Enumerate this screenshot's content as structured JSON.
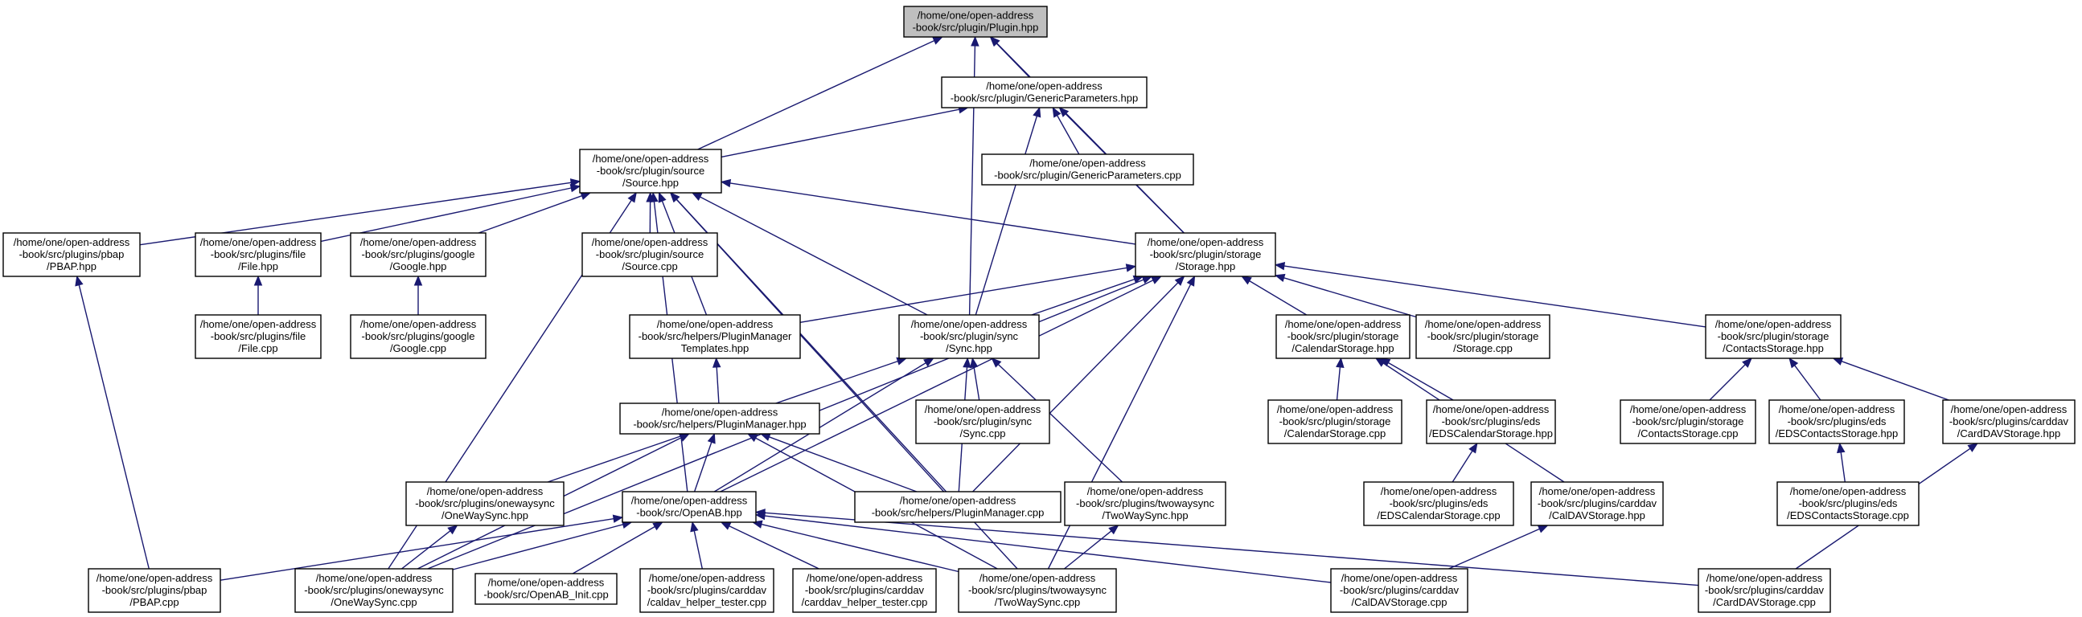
{
  "graph": {
    "nodes": [
      {
        "id": "plugin_hpp",
        "lines": [
          "/home/one/open-address",
          "-book/src/plugin/Plugin.hpp"
        ],
        "highlight": true
      },
      {
        "id": "genparams_hpp",
        "lines": [
          "/home/one/open-address",
          "-book/src/plugin/GenericParameters.hpp"
        ]
      },
      {
        "id": "genparams_cpp",
        "lines": [
          "/home/one/open-address",
          "-book/src/plugin/GenericParameters.cpp"
        ]
      },
      {
        "id": "source_hpp",
        "lines": [
          "/home/one/open-address",
          "-book/src/plugin/source",
          "/Source.hpp"
        ]
      },
      {
        "id": "storage_hpp",
        "lines": [
          "/home/one/open-address",
          "-book/src/plugin/storage",
          "/Storage.hpp"
        ]
      },
      {
        "id": "pbap_hpp",
        "lines": [
          "/home/one/open-address",
          "-book/src/plugins/pbap",
          "/PBAP.hpp"
        ]
      },
      {
        "id": "file_hpp",
        "lines": [
          "/home/one/open-address",
          "-book/src/plugins/file",
          "/File.hpp"
        ]
      },
      {
        "id": "google_hpp",
        "lines": [
          "/home/one/open-address",
          "-book/src/plugins/google",
          "/Google.hpp"
        ]
      },
      {
        "id": "source_cpp",
        "lines": [
          "/home/one/open-address",
          "-book/src/plugin/source",
          "/Source.cpp"
        ]
      },
      {
        "id": "file_cpp",
        "lines": [
          "/home/one/open-address",
          "-book/src/plugins/file",
          "/File.cpp"
        ]
      },
      {
        "id": "google_cpp",
        "lines": [
          "/home/one/open-address",
          "-book/src/plugins/google",
          "/Google.cpp"
        ]
      },
      {
        "id": "pmtemplates_hpp",
        "lines": [
          "/home/one/open-address",
          "-book/src/helpers/PluginManager",
          "Templates.hpp"
        ]
      },
      {
        "id": "sync_hpp",
        "lines": [
          "/home/one/open-address",
          "-book/src/plugin/sync",
          "/Sync.hpp"
        ]
      },
      {
        "id": "calstorage_hpp",
        "lines": [
          "/home/one/open-address",
          "-book/src/plugin/storage",
          "/CalendarStorage.hpp"
        ]
      },
      {
        "id": "storage_cpp",
        "lines": [
          "/home/one/open-address",
          "-book/src/plugin/storage",
          "/Storage.cpp"
        ]
      },
      {
        "id": "contactsstorage_hpp",
        "lines": [
          "/home/one/open-address",
          "-book/src/plugin/storage",
          "/ContactsStorage.hpp"
        ]
      },
      {
        "id": "pluginmanager_hpp",
        "lines": [
          "/home/one/open-address",
          "-book/src/helpers/PluginManager.hpp"
        ]
      },
      {
        "id": "sync_cpp",
        "lines": [
          "/home/one/open-address",
          "-book/src/plugin/sync",
          "/Sync.cpp"
        ]
      },
      {
        "id": "calstorage_cpp",
        "lines": [
          "/home/one/open-address",
          "-book/src/plugin/storage",
          "/CalendarStorage.cpp"
        ]
      },
      {
        "id": "edscal_hpp",
        "lines": [
          "/home/one/open-address",
          "-book/src/plugins/eds",
          "/EDSCalendarStorage.hpp"
        ]
      },
      {
        "id": "contactsstorage_cpp",
        "lines": [
          "/home/one/open-address",
          "-book/src/plugin/storage",
          "/ContactsStorage.cpp"
        ]
      },
      {
        "id": "edscontacts_hpp",
        "lines": [
          "/home/one/open-address",
          "-book/src/plugins/eds",
          "/EDSContactsStorage.hpp"
        ]
      },
      {
        "id": "carddavstorage_hpp",
        "lines": [
          "/home/one/open-address",
          "-book/src/plugins/carddav",
          "/CardDAVStorage.hpp"
        ]
      },
      {
        "id": "onewaysync_hpp",
        "lines": [
          "/home/one/open-address",
          "-book/src/plugins/onewaysync",
          "/OneWaySync.hpp"
        ]
      },
      {
        "id": "openab_hpp",
        "lines": [
          "/home/one/open-address",
          "-book/src/OpenAB.hpp"
        ]
      },
      {
        "id": "pluginmanager_cpp",
        "lines": [
          "/home/one/open-address",
          "-book/src/helpers/PluginManager.cpp"
        ]
      },
      {
        "id": "twowaysync_hpp",
        "lines": [
          "/home/one/open-address",
          "-book/src/plugins/twowaysync",
          "/TwoWaySync.hpp"
        ]
      },
      {
        "id": "edscal_cpp",
        "lines": [
          "/home/one/open-address",
          "-book/src/plugins/eds",
          "/EDSCalendarStorage.cpp"
        ]
      },
      {
        "id": "caldavstorage_hpp",
        "lines": [
          "/home/one/open-address",
          "-book/src/plugins/carddav",
          "/CalDAVStorage.hpp"
        ]
      },
      {
        "id": "edscontacts_cpp",
        "lines": [
          "/home/one/open-address",
          "-book/src/plugins/eds",
          "/EDSContactsStorage.cpp"
        ]
      },
      {
        "id": "pbap_cpp",
        "lines": [
          "/home/one/open-address",
          "-book/src/plugins/pbap",
          "/PBAP.cpp"
        ]
      },
      {
        "id": "onewaysync_cpp",
        "lines": [
          "/home/one/open-address",
          "-book/src/plugins/onewaysync",
          "/OneWaySync.cpp"
        ]
      },
      {
        "id": "openab_init_cpp",
        "lines": [
          "/home/one/open-address",
          "-book/src/OpenAB_Init.cpp"
        ]
      },
      {
        "id": "caldav_tester_cpp",
        "lines": [
          "/home/one/open-address",
          "-book/src/plugins/carddav",
          "/caldav_helper_tester.cpp"
        ]
      },
      {
        "id": "carddav_tester_cpp",
        "lines": [
          "/home/one/open-address",
          "-book/src/plugins/carddav",
          "/carddav_helper_tester.cpp"
        ]
      },
      {
        "id": "twowaysync_cpp",
        "lines": [
          "/home/one/open-address",
          "-book/src/plugins/twowaysync",
          "/TwoWaySync.cpp"
        ]
      },
      {
        "id": "caldavstorage_cpp",
        "lines": [
          "/home/one/open-address",
          "-book/src/plugins/carddav",
          "/CalDAVStorage.cpp"
        ]
      },
      {
        "id": "carddavstorage_cpp",
        "lines": [
          "/home/one/open-address",
          "-book/src/plugins/carddav",
          "/CardDAVStorage.cpp"
        ]
      }
    ],
    "edges": [
      [
        "genparams_hpp",
        "plugin_hpp"
      ],
      [
        "source_hpp",
        "plugin_hpp"
      ],
      [
        "sync_hpp",
        "plugin_hpp"
      ],
      [
        "storage_hpp",
        "plugin_hpp"
      ],
      [
        "genparams_cpp",
        "genparams_hpp"
      ],
      [
        "source_hpp",
        "genparams_hpp"
      ],
      [
        "sync_hpp",
        "genparams_hpp"
      ],
      [
        "storage_hpp",
        "genparams_hpp"
      ],
      [
        "pbap_hpp",
        "source_hpp"
      ],
      [
        "file_hpp",
        "source_hpp"
      ],
      [
        "google_hpp",
        "source_hpp"
      ],
      [
        "source_cpp",
        "source_hpp"
      ],
      [
        "pmtemplates_hpp",
        "source_hpp"
      ],
      [
        "sync_hpp",
        "source_hpp"
      ],
      [
        "storage_hpp",
        "source_hpp"
      ],
      [
        "openab_hpp",
        "source_hpp"
      ],
      [
        "pluginmanager_cpp",
        "source_hpp"
      ],
      [
        "onewaysync_cpp",
        "source_hpp"
      ],
      [
        "twowaysync_cpp",
        "source_hpp"
      ],
      [
        "file_cpp",
        "file_hpp"
      ],
      [
        "google_cpp",
        "google_hpp"
      ],
      [
        "pbap_cpp",
        "pbap_hpp"
      ],
      [
        "pmtemplates_hpp",
        "storage_hpp"
      ],
      [
        "sync_hpp",
        "storage_hpp"
      ],
      [
        "calstorage_hpp",
        "storage_hpp"
      ],
      [
        "storage_cpp",
        "storage_hpp"
      ],
      [
        "contactsstorage_hpp",
        "storage_hpp"
      ],
      [
        "openab_hpp",
        "storage_hpp"
      ],
      [
        "pluginmanager_cpp",
        "storage_hpp"
      ],
      [
        "onewaysync_cpp",
        "storage_hpp"
      ],
      [
        "twowaysync_cpp",
        "storage_hpp"
      ],
      [
        "pluginmanager_hpp",
        "pmtemplates_hpp"
      ],
      [
        "sync_cpp",
        "sync_hpp"
      ],
      [
        "onewaysync_hpp",
        "sync_hpp"
      ],
      [
        "openab_hpp",
        "sync_hpp"
      ],
      [
        "twowaysync_hpp",
        "sync_hpp"
      ],
      [
        "pluginmanager_cpp",
        "sync_hpp"
      ],
      [
        "calstorage_cpp",
        "calstorage_hpp"
      ],
      [
        "edscal_hpp",
        "calstorage_hpp"
      ],
      [
        "caldavstorage_hpp",
        "calstorage_hpp"
      ],
      [
        "contactsstorage_cpp",
        "contactsstorage_hpp"
      ],
      [
        "edscontacts_hpp",
        "contactsstorage_hpp"
      ],
      [
        "carddavstorage_hpp",
        "contactsstorage_hpp"
      ],
      [
        "openab_hpp",
        "pluginmanager_hpp"
      ],
      [
        "pluginmanager_cpp",
        "pluginmanager_hpp"
      ],
      [
        "onewaysync_cpp",
        "pluginmanager_hpp"
      ],
      [
        "twowaysync_cpp",
        "pluginmanager_hpp"
      ],
      [
        "edscal_cpp",
        "edscal_hpp"
      ],
      [
        "edscontacts_cpp",
        "edscontacts_hpp"
      ],
      [
        "caldavstorage_cpp",
        "caldavstorage_hpp"
      ],
      [
        "carddavstorage_cpp",
        "carddavstorage_hpp"
      ],
      [
        "onewaysync_cpp",
        "onewaysync_hpp"
      ],
      [
        "twowaysync_cpp",
        "twowaysync_hpp"
      ],
      [
        "pbap_cpp",
        "openab_hpp"
      ],
      [
        "onewaysync_cpp",
        "openab_hpp"
      ],
      [
        "openab_init_cpp",
        "openab_hpp"
      ],
      [
        "caldav_tester_cpp",
        "openab_hpp"
      ],
      [
        "carddav_tester_cpp",
        "openab_hpp"
      ],
      [
        "twowaysync_cpp",
        "openab_hpp"
      ],
      [
        "caldavstorage_cpp",
        "openab_hpp"
      ],
      [
        "carddavstorage_cpp",
        "openab_hpp"
      ]
    ]
  }
}
